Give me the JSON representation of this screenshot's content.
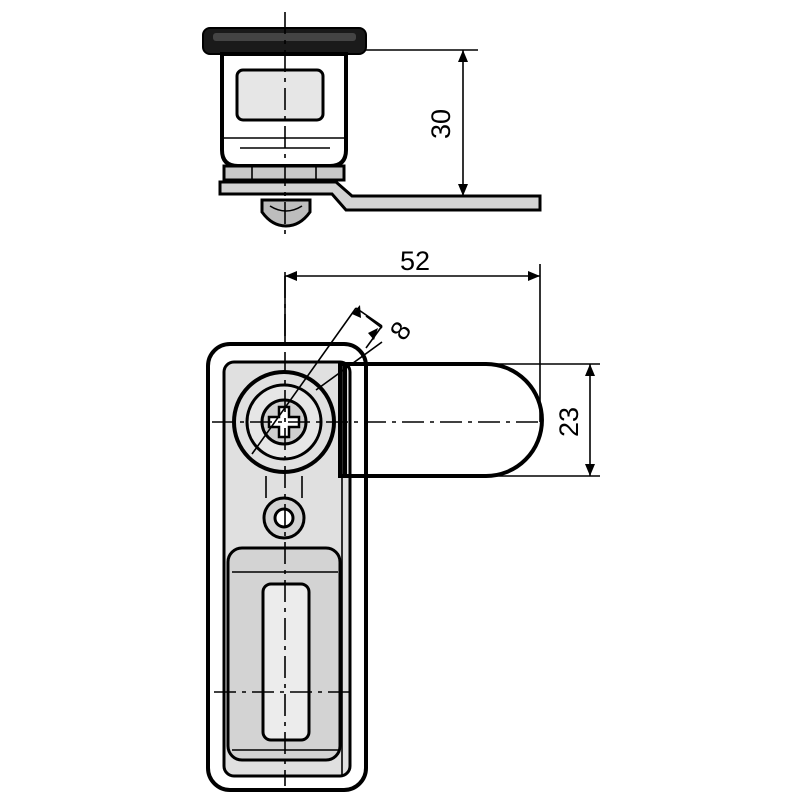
{
  "drawing": {
    "dimensions": {
      "height_top_view": "30",
      "overall_width": "52",
      "screw_diameter": "8",
      "cam_width": "23"
    },
    "colors": {
      "part_fill": "#d3d3d3",
      "part_light": "#e6e6e6",
      "part_dark": "#1a1a1a",
      "line": "#000000",
      "background": "#ffffff"
    }
  }
}
